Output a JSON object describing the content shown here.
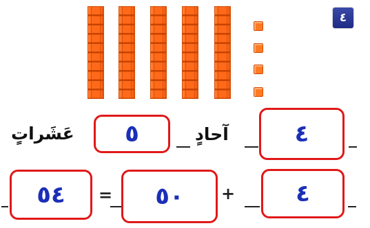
{
  "exercise": {
    "number": "٤"
  },
  "blocks": {
    "tens_rods": 5,
    "unit_cubes": 4,
    "color": "#ff6a1a"
  },
  "row1": {
    "ones_value": "٤",
    "ones_word": "آحادٍ",
    "tens_value": "٥",
    "tens_word": "عَشَراتٍ"
  },
  "row2": {
    "ones_value": "٤",
    "plus": "+",
    "tens_value": "٥٠",
    "equals": "=",
    "total": "٥٤"
  },
  "colors": {
    "answer_text": "#1c2fb8",
    "box_border": "#e01818",
    "badge": "#2b3a9a"
  }
}
